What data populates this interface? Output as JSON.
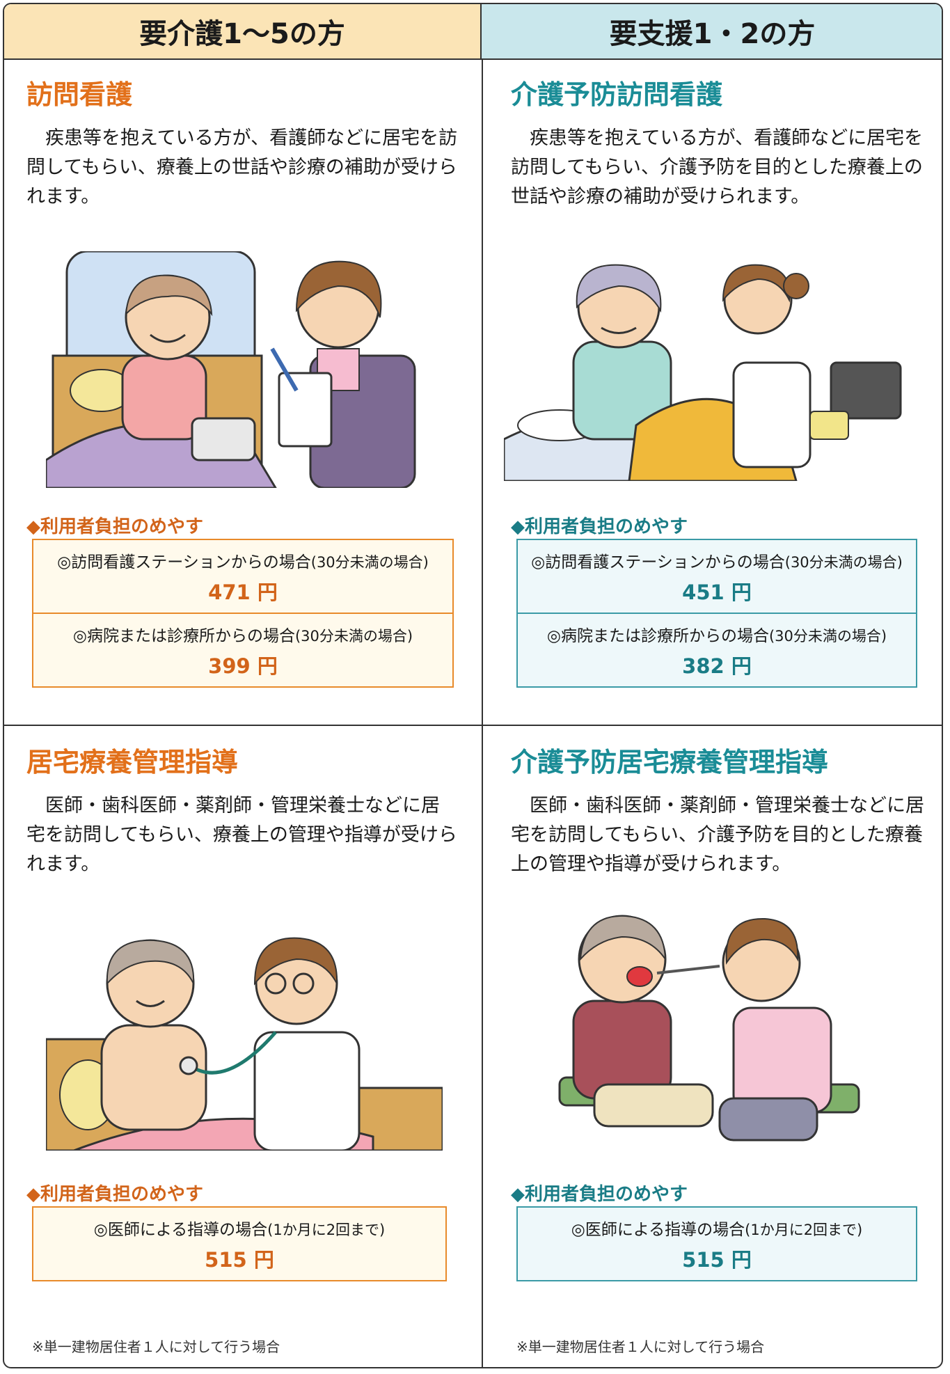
{
  "headers": {
    "left": "要介護1～5の方",
    "right": "要支援1・2の方"
  },
  "burden_label": "◆利用者負担のめやす",
  "yen": "円",
  "top_left": {
    "title": "訪問看護",
    "description": "疾患等を抱えている方が、看護師などに居宅を訪問してもらい、療養上の世話や診療の補助が受けられます。",
    "fees": [
      {
        "label": "◎訪問看護ステーションからの場合",
        "paren": "(30分未満の場合)",
        "amount": "471"
      },
      {
        "label": "◎病院または診療所からの場合",
        "paren": "(30分未満の場合)",
        "amount": "399"
      }
    ]
  },
  "top_right": {
    "title": "介護予防訪問看護",
    "description": "疾患等を抱えている方が、看護師などに居宅を訪問してもらい、介護予防を目的とした療養上の世話や診療の補助が受けられます。",
    "fees": [
      {
        "label": "◎訪問看護ステーションからの場合",
        "paren": "(30分未満の場合)",
        "amount": "451"
      },
      {
        "label": "◎病院または診療所からの場合",
        "paren": "(30分未満の場合)",
        "amount": "382"
      }
    ]
  },
  "bottom_left": {
    "title": "居宅療養管理指導",
    "description": "医師・歯科医師・薬剤師・管理栄養士などに居宅を訪問してもらい、療養上の管理や指導が受けられます。",
    "fees": [
      {
        "label": "◎医師による指導の場合",
        "paren": "(1か月に2回まで)",
        "amount": "515"
      }
    ],
    "note": "※単一建物居住者１人に対して行う場合"
  },
  "bottom_right": {
    "title": "介護予防居宅療養管理指導",
    "description": "医師・歯科医師・薬剤師・管理栄養士などに居宅を訪問してもらい、介護予防を目的とした療養上の管理や指導が受けられます。",
    "fees": [
      {
        "label": "◎医師による指導の場合",
        "paren": "(1か月に2回まで)",
        "amount": "515"
      }
    ],
    "note": "※単一建物居住者１人に対して行う場合"
  }
}
